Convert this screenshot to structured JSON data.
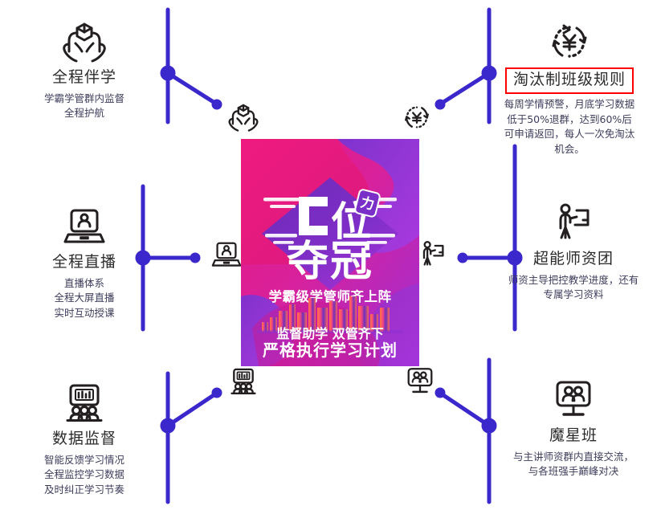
{
  "theme": {
    "line_color": "#3b28cc",
    "node_color": "#3b28cc",
    "highlight_border": "#ff0000",
    "title_color": "#2b2b2b",
    "desc_color": "#3d3d5c",
    "poster_pink": "#e8197d",
    "poster_magenta": "#d91a86",
    "poster_purple": "#8b3fd4",
    "poster_violet": "#6b2fbe"
  },
  "features": [
    {
      "id": "peixue",
      "icon": "hands-holding-box-icon",
      "title": "全程伴学",
      "desc": "学霸学管群内监督\n全程护航",
      "desc_lines": [
        "学霸学管群内监督",
        "全程护航"
      ],
      "highlighted": false
    },
    {
      "id": "zhibo",
      "icon": "laptop-person-icon",
      "title": "全程直播",
      "desc": "直播体系\n全程大屏直播\n实时互动授课",
      "desc_lines": [
        "直播体系",
        "全程大屏直播",
        "实时互动授课"
      ],
      "highlighted": false
    },
    {
      "id": "shuju",
      "icon": "data-monitor-people-icon",
      "title": "数据监督",
      "desc": "智能反馈学习情况\n全程监控学习数据\n及时纠正学习节奏",
      "desc_lines": [
        "智能反馈学习情况",
        "全程监控学习数据",
        "及时纠正学习节奏"
      ],
      "highlighted": false
    },
    {
      "id": "taotai",
      "icon": "yuan-refund-refresh-icon",
      "title": "淘汰制班级规则",
      "desc": "每周学情预警，月底学习数据低于50%退群，达到60%后可申请返回，每人一次免淘汰机会。",
      "desc_lines": [
        "每周学情预警，月底学习数据",
        "低于50%退群，达到60%后",
        "可申请返回，每人一次免淘汰",
        "机会。"
      ],
      "highlighted": true
    },
    {
      "id": "shizi",
      "icon": "teacher-whiteboard-icon",
      "title": "超能师资团",
      "desc": "师资主导把控教学进度，还有专属学习资料",
      "desc_lines": [
        "师资主导把控教学进度，还有",
        "专属学习资料"
      ],
      "highlighted": false
    },
    {
      "id": "moxing",
      "icon": "monitor-group-people-icon",
      "title": "魔星班",
      "desc": "与主讲师资群内直接交流，与各班强手巅峰对决",
      "desc_lines": [
        "与主讲师资群内直接交流，",
        "与各班强手巅峰对决"
      ],
      "highlighted": false
    }
  ],
  "mid_icons": [
    {
      "id": "mid-1",
      "icon": "hands-holding-box-icon"
    },
    {
      "id": "mid-2",
      "icon": "yuan-refund-refresh-icon"
    },
    {
      "id": "mid-3",
      "icon": "laptop-person-icon"
    },
    {
      "id": "mid-4",
      "icon": "teacher-whiteboard-icon"
    },
    {
      "id": "mid-5",
      "icon": "data-monitor-people-icon"
    },
    {
      "id": "mid-6",
      "icon": "monitor-group-people-icon"
    }
  ],
  "poster": {
    "alt": "C位夺冠 promotional poster",
    "headline_top": "[位",
    "headline_bottom": "夺冠",
    "headline_full": "C位夺冠",
    "subtitle": "学霸级学管师齐上阵",
    "footer_line1": "监督助学 双管齐下",
    "footer_line2": "严格执行学习计划"
  }
}
